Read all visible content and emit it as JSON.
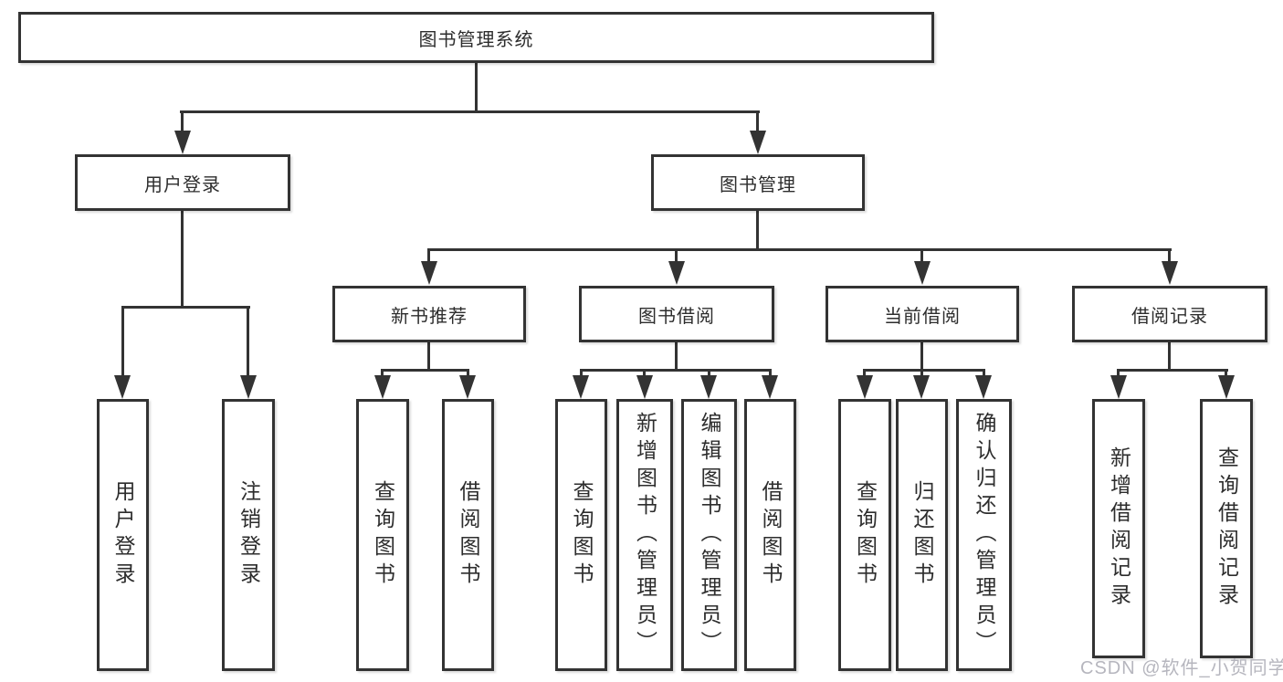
{
  "diagram_type": "hierarchy-tree",
  "colors": {
    "background": "#ffffff",
    "line": "#333333",
    "box_border": "#333333",
    "box_fill": "#ffffff",
    "text": "#2d2d2d",
    "watermark": "#b6b6be"
  },
  "tree": {
    "label": "图书管理系统",
    "children": [
      {
        "label": "用户登录",
        "children": [
          {
            "label": "用户登录"
          },
          {
            "label": "注销登录"
          }
        ]
      },
      {
        "label": "图书管理",
        "children": [
          {
            "label": "新书推荐",
            "children": [
              {
                "label": "查询图书"
              },
              {
                "label": "借阅图书"
              }
            ]
          },
          {
            "label": "图书借阅",
            "children": [
              {
                "label": "查询图书"
              },
              {
                "label": "新增图书（管理员）"
              },
              {
                "label": "编辑图书（管理员）"
              },
              {
                "label": "借阅图书"
              }
            ]
          },
          {
            "label": "当前借阅",
            "children": [
              {
                "label": "查询图书"
              },
              {
                "label": "归还图书"
              },
              {
                "label": "确认归还（管理员）"
              }
            ]
          },
          {
            "label": "借阅记录",
            "children": [
              {
                "label": "新增借阅记录"
              },
              {
                "label": "查询借阅记录"
              }
            ]
          }
        ]
      }
    ]
  },
  "watermark": "CSDN @软件_小贺同学"
}
